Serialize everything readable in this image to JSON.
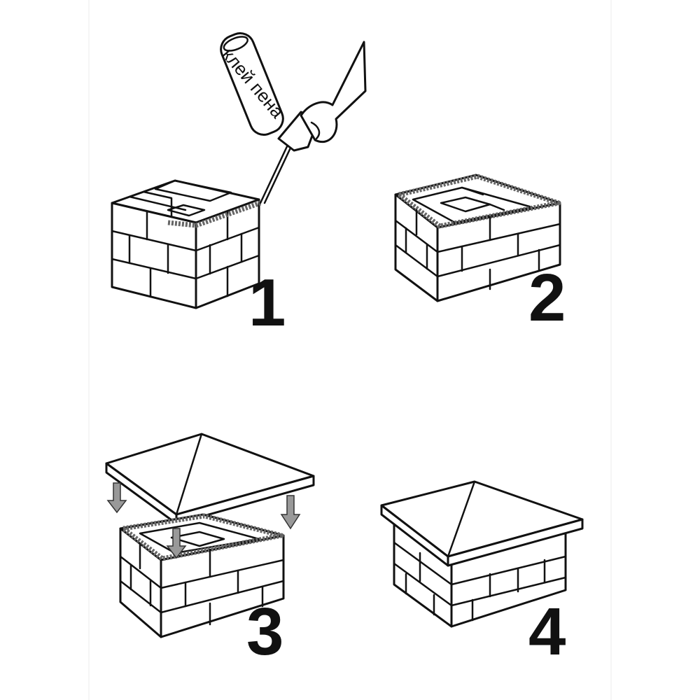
{
  "steps": [
    {
      "number": "1"
    },
    {
      "number": "2"
    },
    {
      "number": "3"
    },
    {
      "number": "4"
    }
  ],
  "foam_can": {
    "label": "клей пена"
  },
  "colors": {
    "line": "#111111",
    "glue": "#666666",
    "arrow": "#999999",
    "background": "#ffffff"
  },
  "icons": [
    "foam-gun-icon",
    "hand-icon",
    "brick-pillar-icon",
    "pyramid-cap-icon",
    "down-arrow-icon"
  ]
}
